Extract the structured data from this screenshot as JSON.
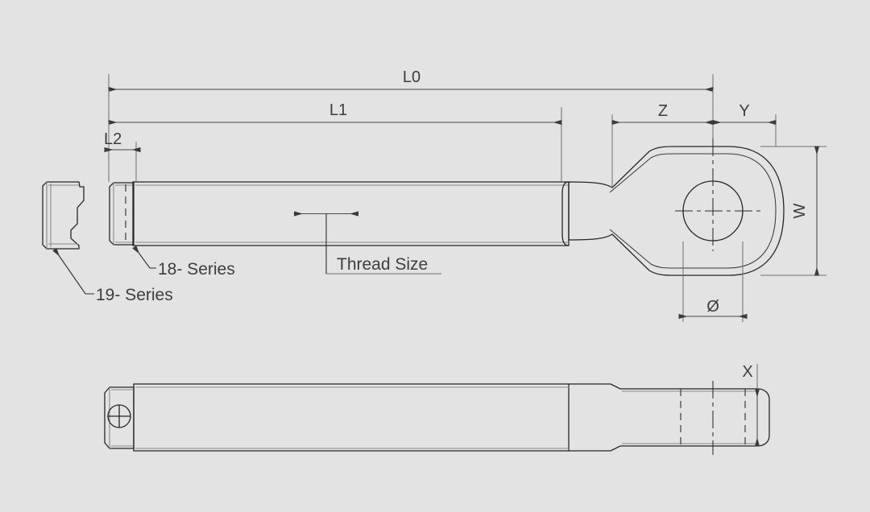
{
  "drawing": {
    "title": "Rod End / Tie Rod Technical Drawing",
    "background_color": "#e3e3e3",
    "line_color": "#262626",
    "dimension_color": "#4a4a4a",
    "text_color": "#3d3d3d"
  },
  "dimensions": {
    "L0": "L0",
    "L1": "L1",
    "L2": "L2",
    "Z": "Z",
    "Y": "Y",
    "W": "W",
    "X": "X",
    "diameter": "Ø"
  },
  "annotations": {
    "thread_size": "Thread Size",
    "series_18": "18- Series",
    "series_19": "19- Series"
  },
  "views": {
    "top_view_name": "side-elevation-view",
    "bottom_view_name": "plan-view"
  }
}
